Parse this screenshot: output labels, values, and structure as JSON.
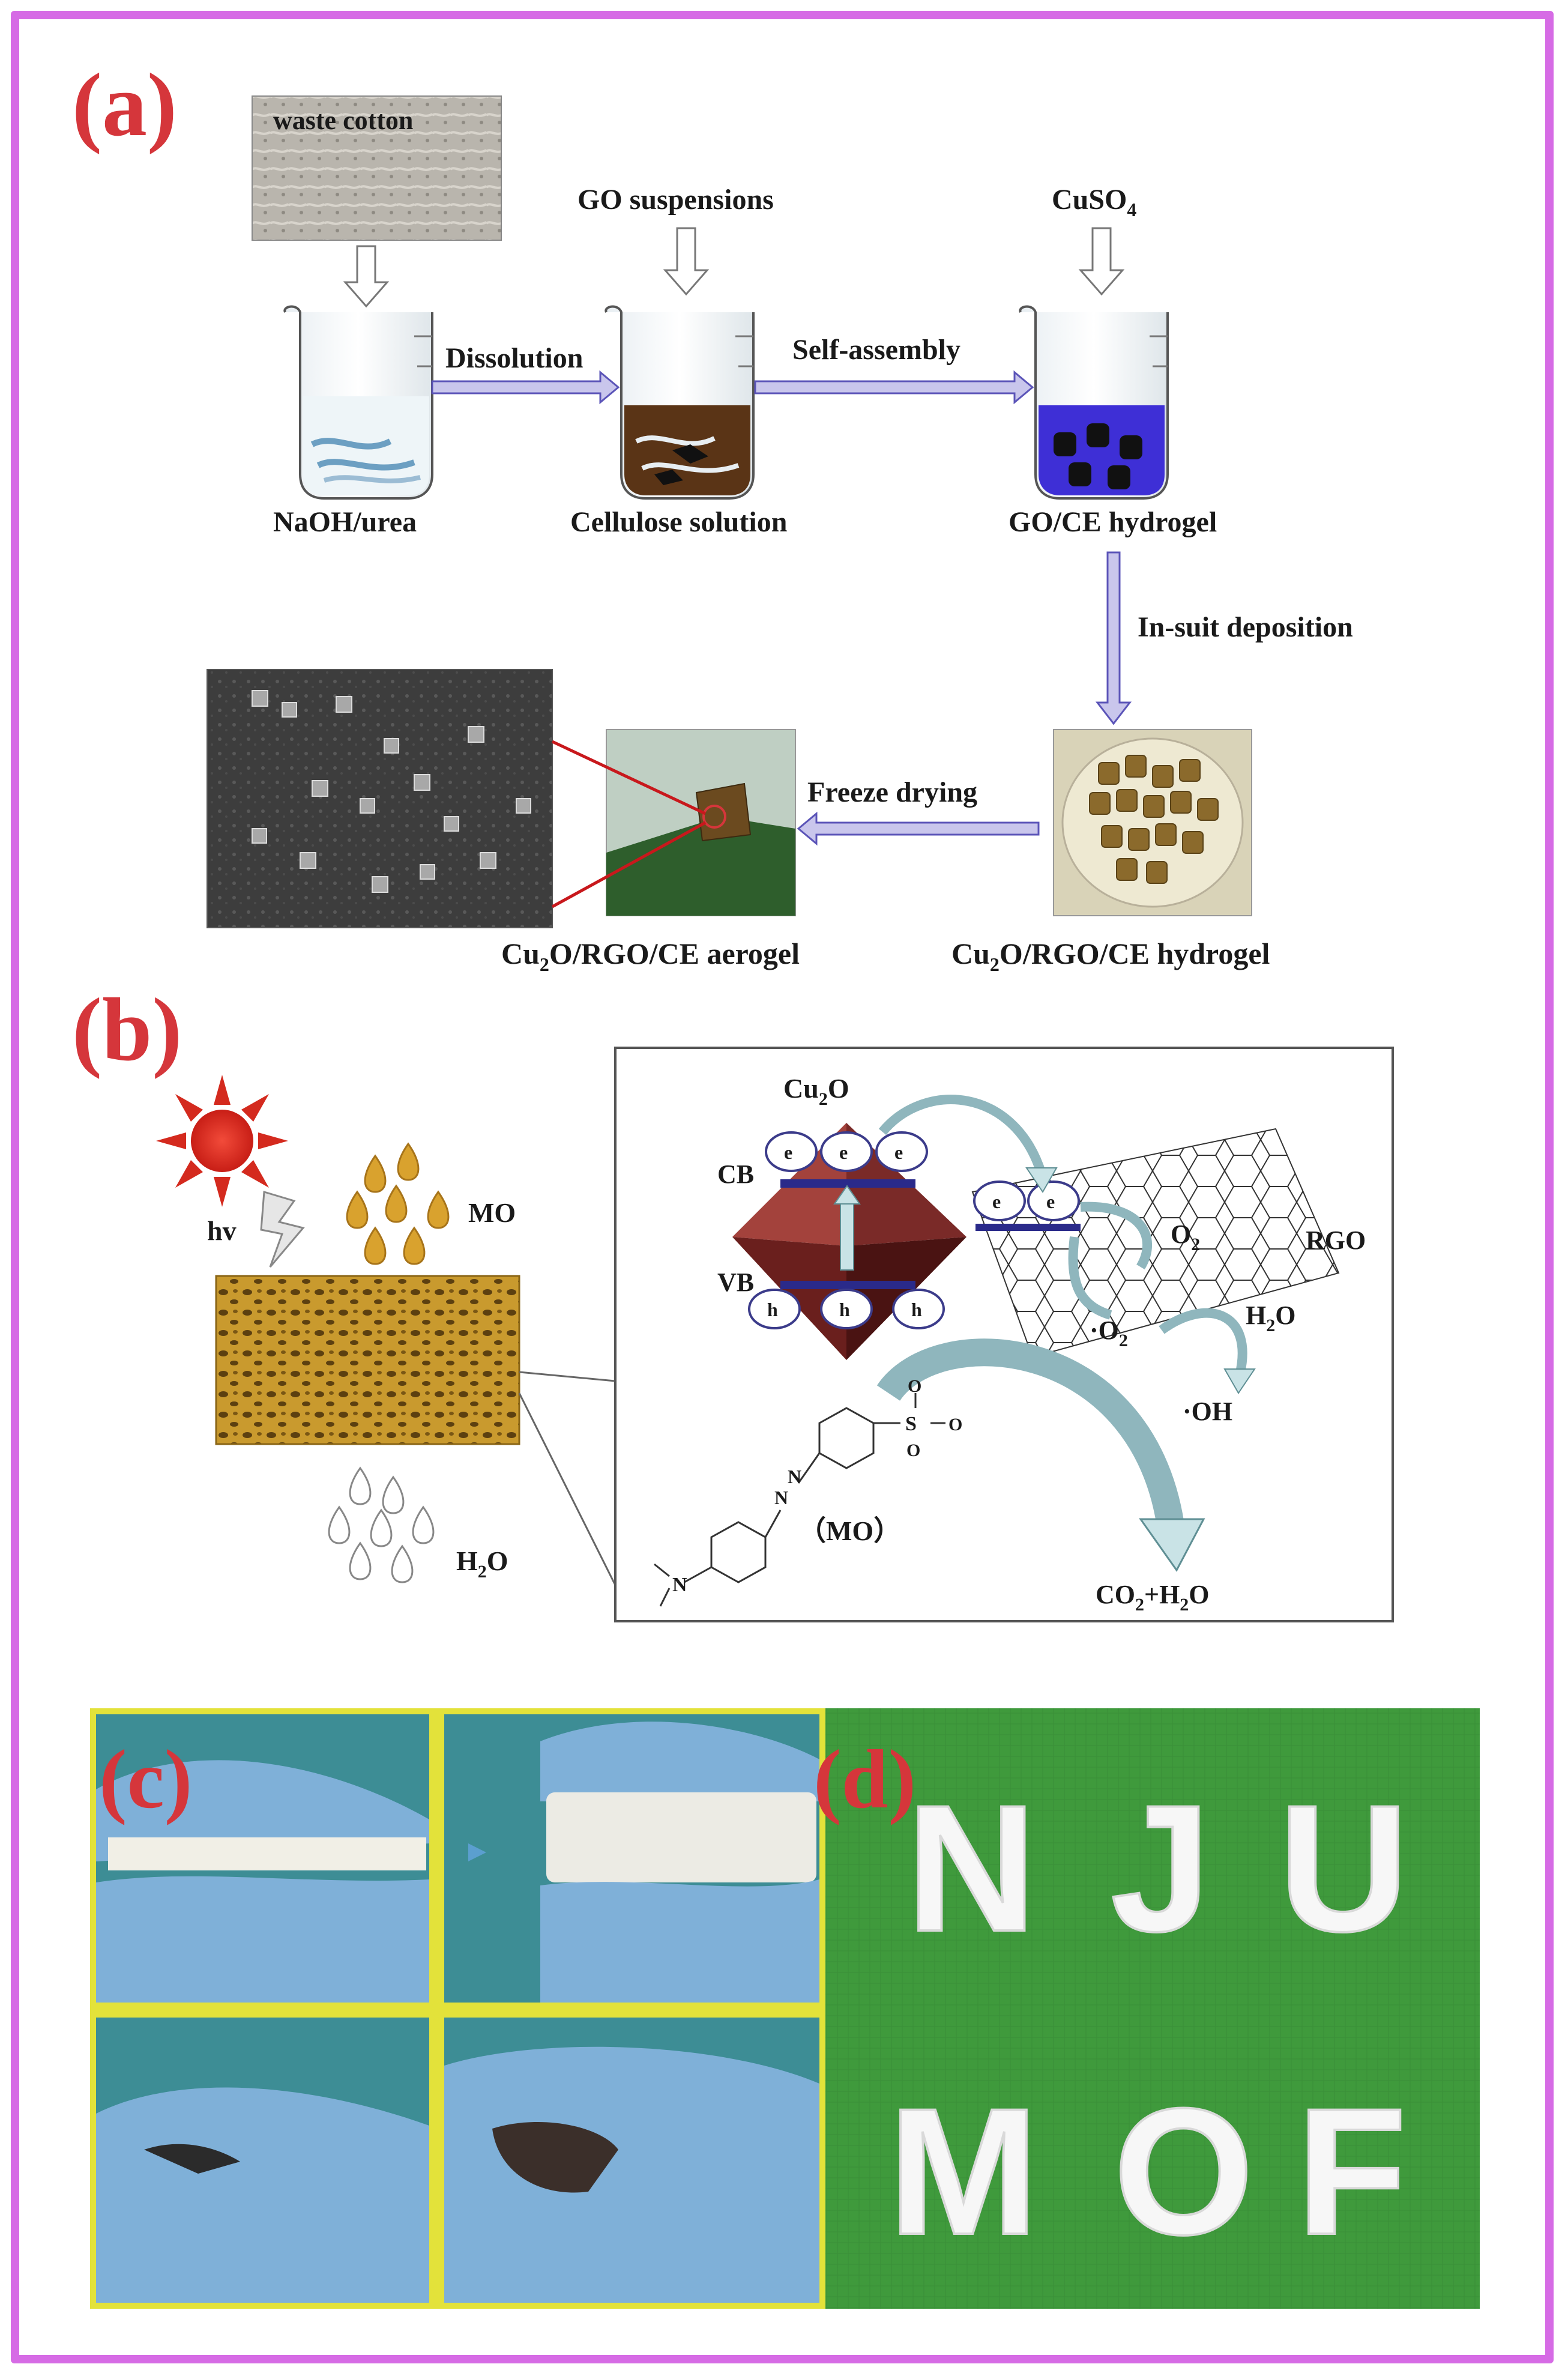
{
  "panel_a": {
    "letter": "(a)",
    "waste_cotton": "waste cotton",
    "go_suspensions": "GO suspensions",
    "cuso4": {
      "base": "CuSO",
      "sub": "4"
    },
    "dissolution": "Dissolution",
    "self_assembly": "Self-assembly",
    "naoh_urea": "NaOH/urea",
    "cellulose_solution": "Cellulose solution",
    "go_ce_hydrogel": "GO/CE hydrogel",
    "in_suit_deposition": "In-suit deposition",
    "freeze_drying": "Freeze drying",
    "aerogel": {
      "pre": "Cu",
      "sub": "2",
      "post": "O/RGO/CE aerogel"
    },
    "hydrogel": {
      "pre": "Cu",
      "sub": "2",
      "post": "O/RGO/CE hydrogel"
    }
  },
  "panel_b": {
    "letter": "(b)",
    "hv": "hv",
    "mo": "MO",
    "h2o_drops": {
      "pre": "H",
      "sub": "2",
      "post": "O"
    },
    "cu2o": {
      "pre": "Cu",
      "sub": "2",
      "post": "O"
    },
    "cb": "CB",
    "vb": "VB",
    "electron": "e",
    "hole": "h",
    "rgo": "RGO",
    "o2": {
      "pre": "O",
      "sub": "2"
    },
    "superoxide": {
      "pre": "·O",
      "sub": "2"
    },
    "h2o_product": {
      "pre": "H",
      "sub": "2",
      "post": "O"
    },
    "hydroxyl": "·OH",
    "mo_molecule_label": "（MO）",
    "co2_h2o": {
      "pre": "CO",
      "sub1": "2",
      "mid": "+H",
      "sub2": "2",
      "post": "O"
    },
    "sulfonate": {
      "s": "S",
      "o": "O"
    },
    "azo": "N",
    "amine": "N"
  },
  "panel_c": {
    "letter": "(c)"
  },
  "panel_d": {
    "letter": "(d)",
    "letters_row1": [
      "N",
      "J",
      "U"
    ],
    "letters_row2": [
      "M",
      "O",
      "F"
    ]
  },
  "colors": {
    "frame": "#d66be5",
    "panel_letter": "#d5363b",
    "arrow_fill": "#c9c6ec",
    "arrow_stroke": "#5b54b8",
    "green_felt": "#3f9a3c",
    "yellow_grid": "#e3e23a",
    "aerogel_gold": "#c99a2e"
  }
}
